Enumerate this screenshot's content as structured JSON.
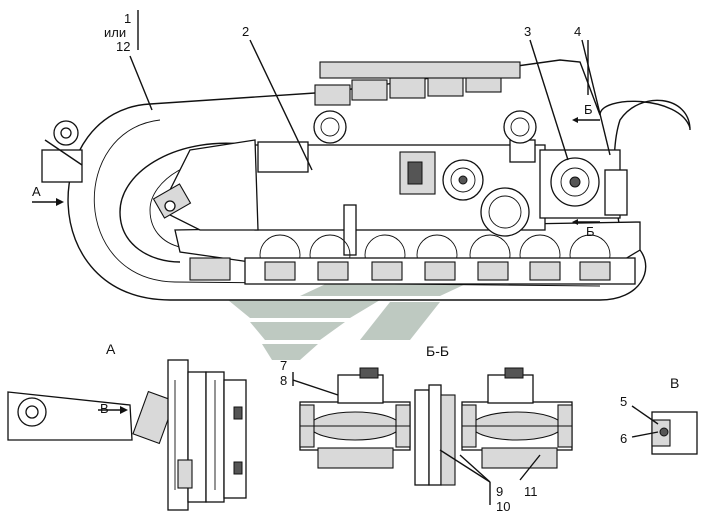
{
  "labels": {
    "part_1": "1",
    "part_ili": "или",
    "part_12": "12",
    "part_2": "2",
    "part_3": "3",
    "part_4": "4",
    "part_5": "5",
    "part_6": "6",
    "part_7": "7",
    "part_8": "8",
    "part_9": "9",
    "part_10": "10",
    "part_11": "11",
    "view_a_arrow": "А",
    "view_a_title": "А",
    "section_b_top": "Б",
    "section_b_bottom": "Б",
    "section_bb_title": "Б-Б",
    "view_v_arrow": "В",
    "view_v_title": "В"
  },
  "colors": {
    "line": "#111111",
    "watermark": "#a9b7ad",
    "shade": "#d9d9d9"
  }
}
